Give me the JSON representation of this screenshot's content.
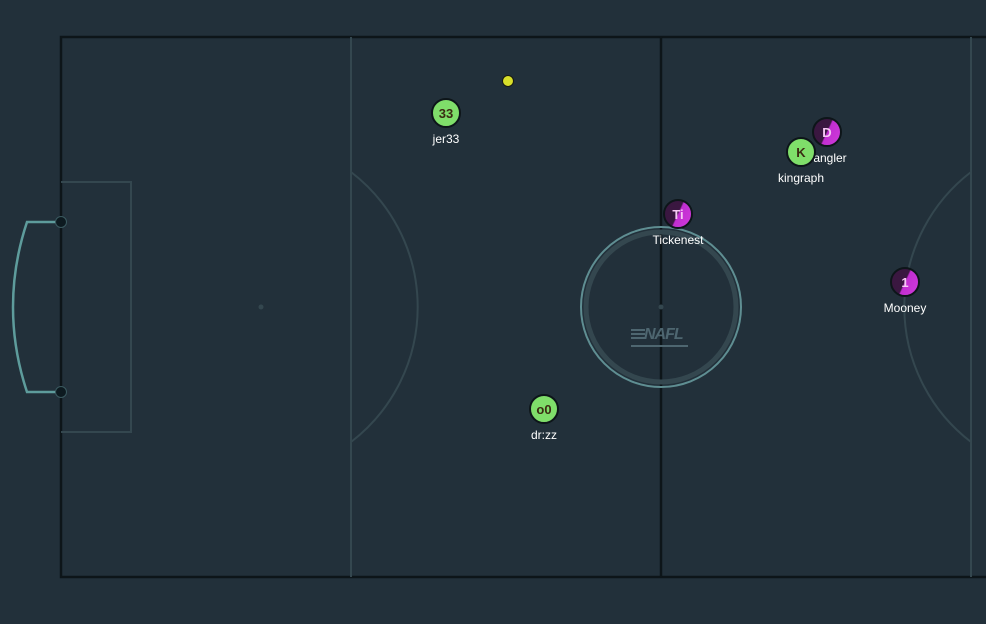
{
  "pitch": {
    "colors": {
      "background": "#22303a",
      "boundary": "#0d1519",
      "inner_lines": "#34474f",
      "goal": "#5e9c9c",
      "center_circle": "#5f8e92"
    },
    "logo_text": "NAFL"
  },
  "players": [
    {
      "id": "jer33",
      "badge": "33",
      "name": "jer33",
      "team": "green"
    },
    {
      "id": "drzz",
      "badge": "o0",
      "name": "dr:zz",
      "team": "green"
    },
    {
      "id": "kingraph",
      "badge": "K",
      "name": "kingraph",
      "team": "green"
    },
    {
      "id": "angler",
      "badge": "D",
      "name": "angler",
      "team": "purple"
    },
    {
      "id": "tickenest",
      "badge": "Ti",
      "name": "Tickenest",
      "team": "purple"
    },
    {
      "id": "mooney",
      "badge": "1",
      "name": "Mooney",
      "team": "purple"
    }
  ],
  "team_colors": {
    "green": "#7fde6a",
    "purple": "#c12ed0"
  },
  "ball_color": "#d8df2a"
}
